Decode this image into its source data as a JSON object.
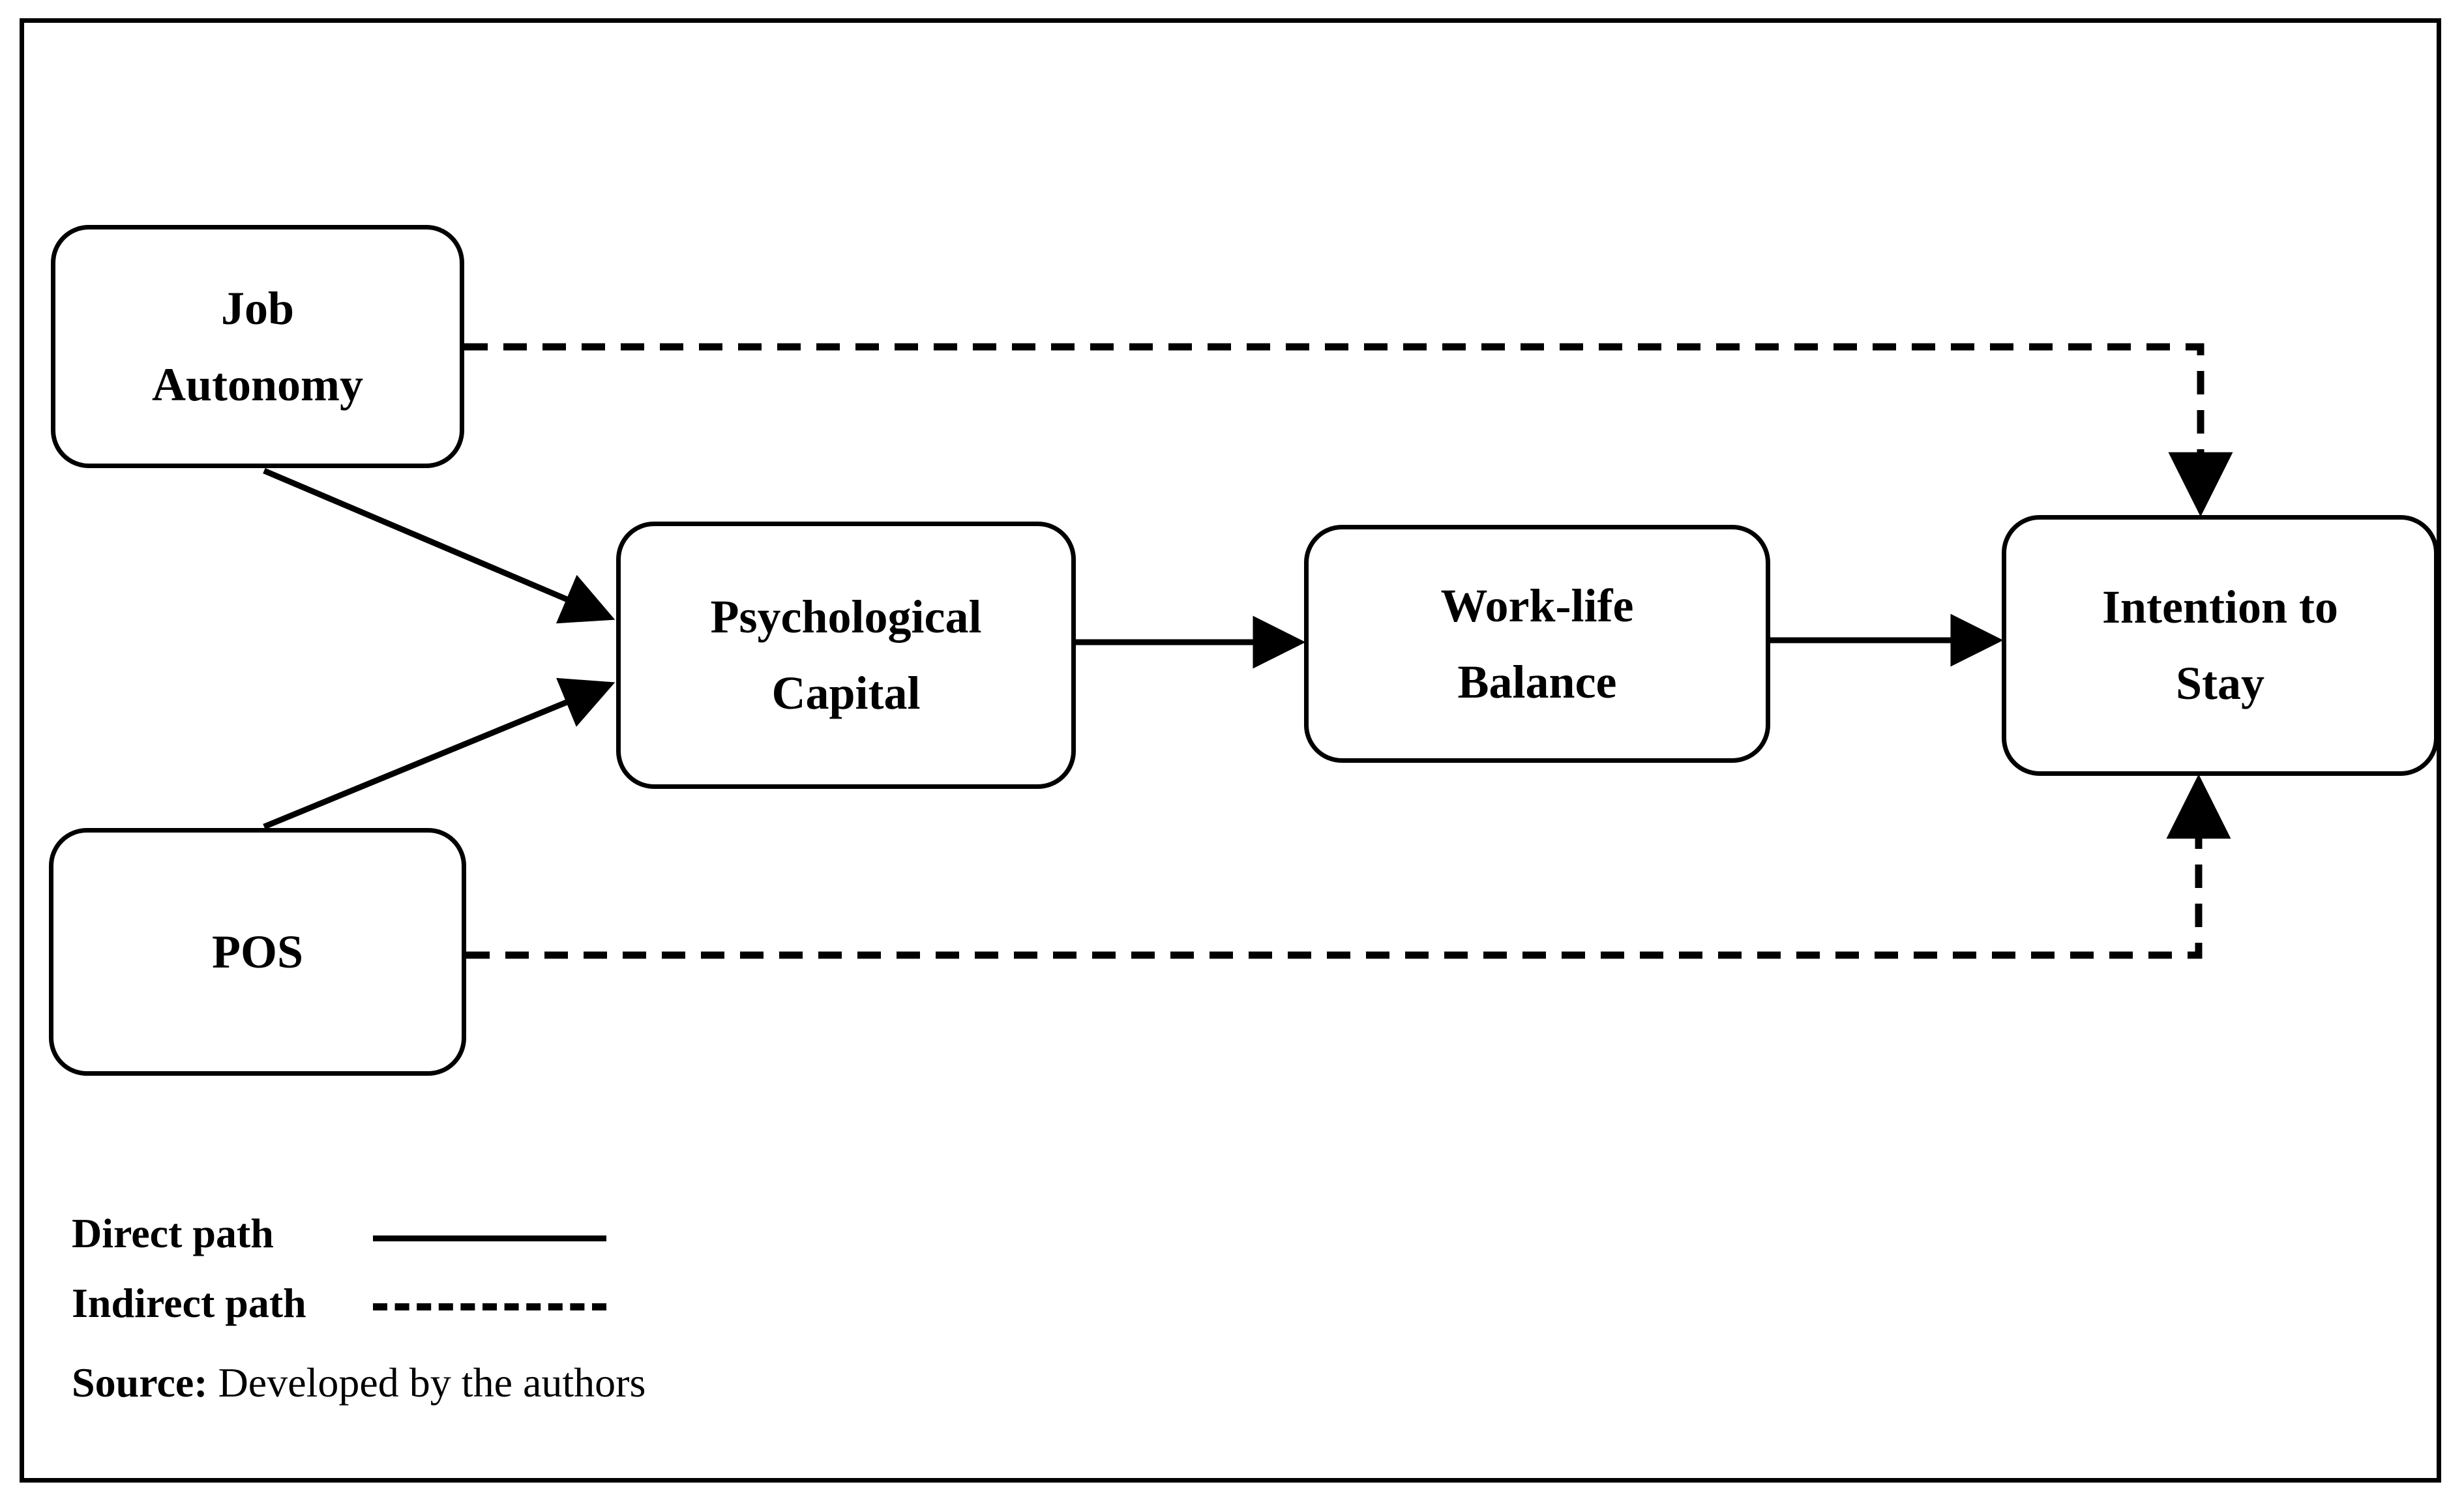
{
  "figure": {
    "type": "conceptual-model-diagram",
    "nodes": [
      {
        "id": "job_autonomy",
        "lines": [
          "Job",
          "Autonomy"
        ]
      },
      {
        "id": "pos",
        "lines": [
          "POS"
        ]
      },
      {
        "id": "psychological_capital",
        "lines": [
          "Psychological",
          "Capital"
        ]
      },
      {
        "id": "work_life_balance",
        "lines": [
          "Work-life",
          "Balance"
        ]
      },
      {
        "id": "intention_to_stay",
        "lines": [
          "Intention to",
          "Stay"
        ]
      }
    ],
    "edges": [
      {
        "from": "job_autonomy",
        "to": "psychological_capital",
        "style": "solid",
        "arrow": true
      },
      {
        "from": "pos",
        "to": "psychological_capital",
        "style": "solid",
        "arrow": true
      },
      {
        "from": "psychological_capital",
        "to": "work_life_balance",
        "style": "solid",
        "arrow": true
      },
      {
        "from": "work_life_balance",
        "to": "intention_to_stay",
        "style": "solid",
        "arrow": true
      },
      {
        "from": "job_autonomy",
        "to": "intention_to_stay",
        "style": "dashed",
        "arrow": true
      },
      {
        "from": "pos",
        "to": "intention_to_stay",
        "style": "dashed",
        "arrow": true
      }
    ]
  },
  "legend": {
    "direct_label": "Direct path",
    "indirect_label": "Indirect path",
    "direct_style": "solid",
    "indirect_style": "dashed"
  },
  "source": {
    "label": "Source:",
    "text": " Developed by the authors"
  },
  "colors": {
    "stroke": "#000000",
    "background": "#ffffff"
  }
}
